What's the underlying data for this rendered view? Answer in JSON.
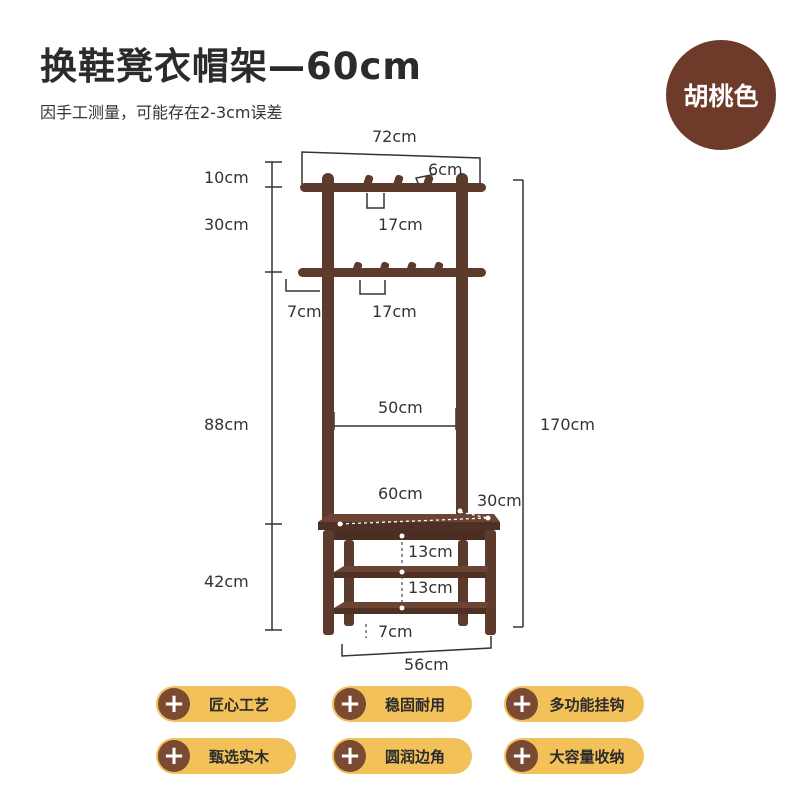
{
  "header": {
    "title": "换鞋凳衣帽架—60cm",
    "subtitle": "因手工测量，可能存在2-3cm误差",
    "color_badge": "胡桃色"
  },
  "dimensions": {
    "top_width": "72cm",
    "hook_spacing": "6cm",
    "top_gap": "10cm",
    "upper_span": "30cm",
    "upper_hook_gap": "17cm",
    "lower_hook_gap": "17cm",
    "side_hook": "7cm",
    "middle_height": "88cm",
    "inner_width": "50cm",
    "total_height": "170cm",
    "seat_width": "60cm",
    "seat_depth": "30cm",
    "shelf_gap_1": "13cm",
    "shelf_gap_2": "13cm",
    "bench_height": "42cm",
    "foot_clearance": "7cm",
    "base_width": "56cm"
  },
  "features": [
    {
      "label": "匠心工艺"
    },
    {
      "label": "稳固耐用"
    },
    {
      "label": "多功能挂钩"
    },
    {
      "label": "甄选实木"
    },
    {
      "label": "圆润边角"
    },
    {
      "label": "大容量收纳"
    }
  ],
  "colors": {
    "wood": "#5c3a2c",
    "badge": "#6e3a2a",
    "pill": "#f2c15a",
    "pill_icon": "#7a4a32"
  }
}
